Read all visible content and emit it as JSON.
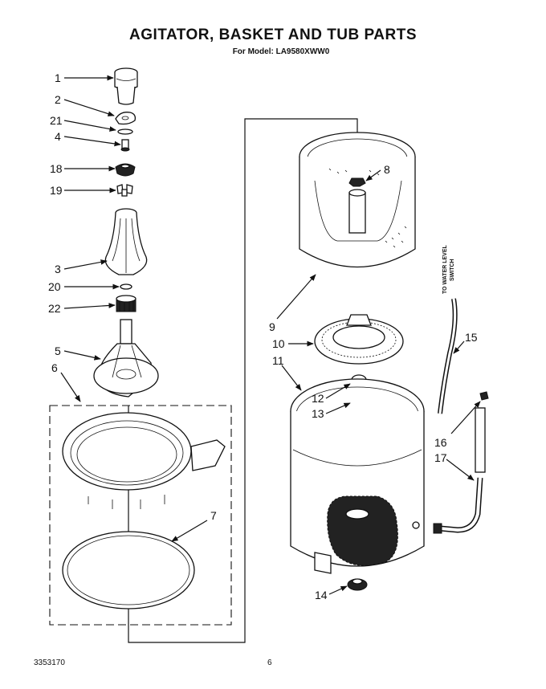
{
  "header": {
    "title": "AGITATOR, BASKET AND TUB PARTS",
    "subtitle": "For Model: LA9580XWW0"
  },
  "callouts": {
    "c1": "1",
    "c2": "2",
    "c21": "21",
    "c4": "4",
    "c18": "18",
    "c19": "19",
    "c3": "3",
    "c20": "20",
    "c22": "22",
    "c5": "5",
    "c6": "6",
    "c7": "7",
    "c8": "8",
    "c9": "9",
    "c10": "10",
    "c11": "11",
    "c12": "12",
    "c13": "13",
    "c14": "14",
    "c15": "15",
    "c16": "16",
    "c17": "17"
  },
  "note": {
    "line1": "TO WATER LEVEL",
    "line2": "SWITCH"
  },
  "footer": {
    "part_number": "3353170",
    "page_number": "6"
  }
}
